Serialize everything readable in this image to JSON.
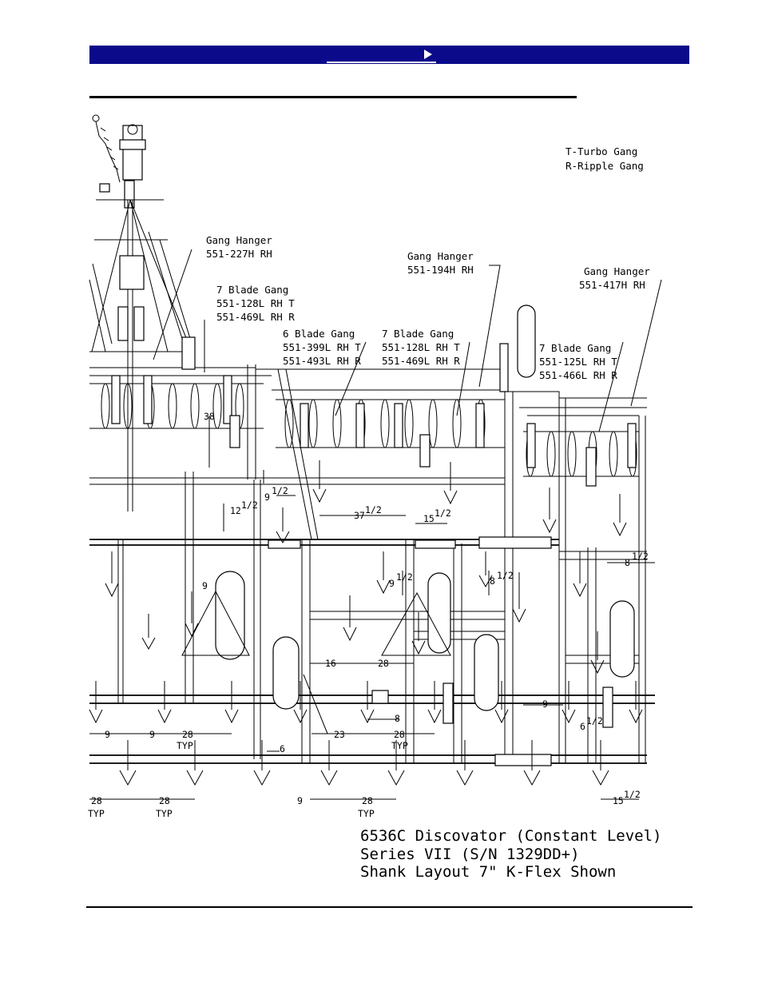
{
  "header": {
    "bar_color": "#0a0a8a",
    "link_text": "",
    "arrow_icon": "triangle-right-icon"
  },
  "legend": {
    "line1": "T-Turbo Gang",
    "line2": "R-Ripple Gang"
  },
  "callouts": [
    {
      "id": "gh1",
      "lines": [
        "Gang Hanger",
        "551-227H RH"
      ]
    },
    {
      "id": "g7a",
      "lines": [
        "7 Blade Gang",
        "551-128L RH T",
        "551-469L RH R"
      ]
    },
    {
      "id": "g6",
      "lines": [
        "6 Blade Gang",
        "551-399L RH T",
        "551-493L RH R"
      ]
    },
    {
      "id": "g7b",
      "lines": [
        "7 Blade Gang",
        "551-128L RH T",
        "551-469L RH R"
      ]
    },
    {
      "id": "gh2",
      "lines": [
        "Gang Hanger",
        "551-194H RH"
      ]
    },
    {
      "id": "gh3",
      "lines": [
        "Gang Hanger",
        "551-417H RH"
      ]
    },
    {
      "id": "g7c",
      "lines": [
        "7 Blade Gang",
        "551-125L RH T",
        "551-466L RH R"
      ]
    }
  ],
  "dimensions": {
    "d38": "38",
    "d9half_a": "9",
    "d9half_a_frac": "1/2",
    "d12half": "12",
    "d12half_frac": "1/2",
    "d37half": "37",
    "d37half_frac": "1/2",
    "d15half_a": "15",
    "d15half_a_frac": "1/2",
    "d9half_b": "9",
    "d9half_b_frac": "1/2",
    "d8half_a": "8",
    "d8half_a_frac": "1/2",
    "d8half_b": "8",
    "d8half_b_frac": "1/2",
    "d9_left": "9",
    "d16": "16",
    "d28_mid": "28",
    "d9_row1": "9",
    "d9_row1b": "9",
    "d28typ_a": "28",
    "typ_a": "TYP",
    "d23": "23",
    "d28typ_b": "28",
    "typ_b": "TYP",
    "d8": "8",
    "d6": "6",
    "d9_right": "9",
    "d6half": "6",
    "d6half_frac": "1/2",
    "d28typ_c": "28",
    "typ_c": "TYP",
    "d28typ_d": "28",
    "typ_d": "TYP",
    "d9_bottom": "9",
    "d28typ_e": "28",
    "typ_e": "TYP",
    "d15half_b": "15",
    "d15half_b_frac": "1/2"
  },
  "caption": {
    "line1": "6536C Discovator (Constant Level)",
    "line2": "Series VII (S/N 1329DD+)",
    "line3": "Shank Layout 7\"  K-Flex Shown"
  }
}
